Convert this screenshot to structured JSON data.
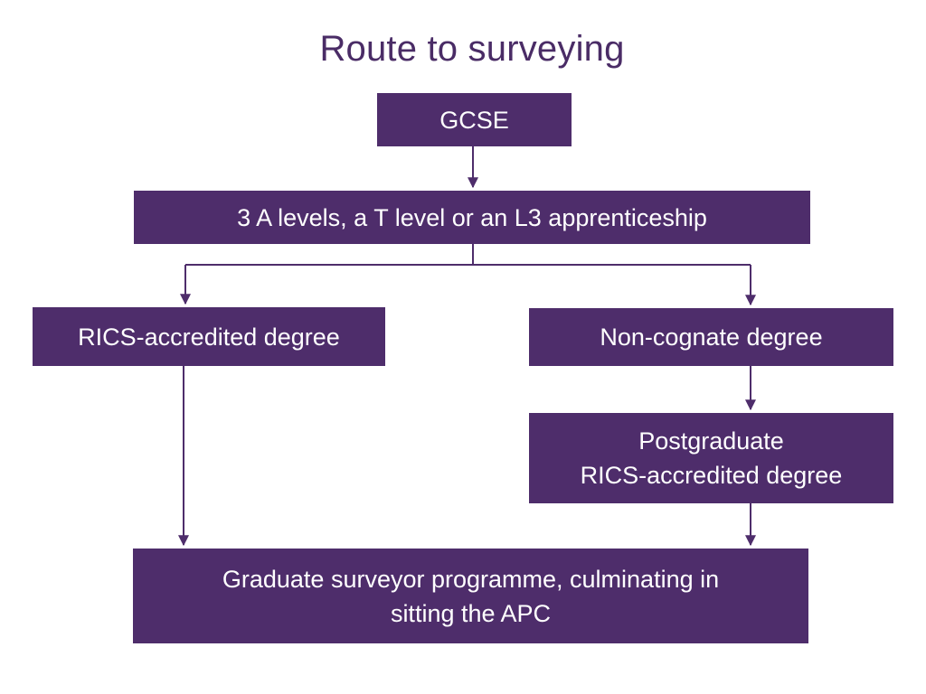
{
  "title": "Route to surveying",
  "colors": {
    "box_fill": "#4e2d6b",
    "title_text": "#4a2c66",
    "connector": "#4e2d6b",
    "box_text": "#ffffff"
  },
  "nodes": {
    "gcse": {
      "label": "GCSE"
    },
    "level3": {
      "label": "3 A levels, a T level or an L3 apprenticeship"
    },
    "rics_degree": {
      "label": "RICS-accredited degree"
    },
    "non_cognate": {
      "label": "Non-cognate degree"
    },
    "postgraduate": {
      "line1": "Postgraduate",
      "line2": "RICS-accredited degree"
    },
    "graduate": {
      "line1": "Graduate surveyor programme, culminating in",
      "line2": "sitting the APC"
    }
  },
  "edges": [
    {
      "from": "gcse",
      "to": "level3"
    },
    {
      "from": "level3",
      "to": "rics_degree"
    },
    {
      "from": "level3",
      "to": "non_cognate"
    },
    {
      "from": "non_cognate",
      "to": "postgraduate"
    },
    {
      "from": "rics_degree",
      "to": "graduate"
    },
    {
      "from": "postgraduate",
      "to": "graduate"
    }
  ]
}
